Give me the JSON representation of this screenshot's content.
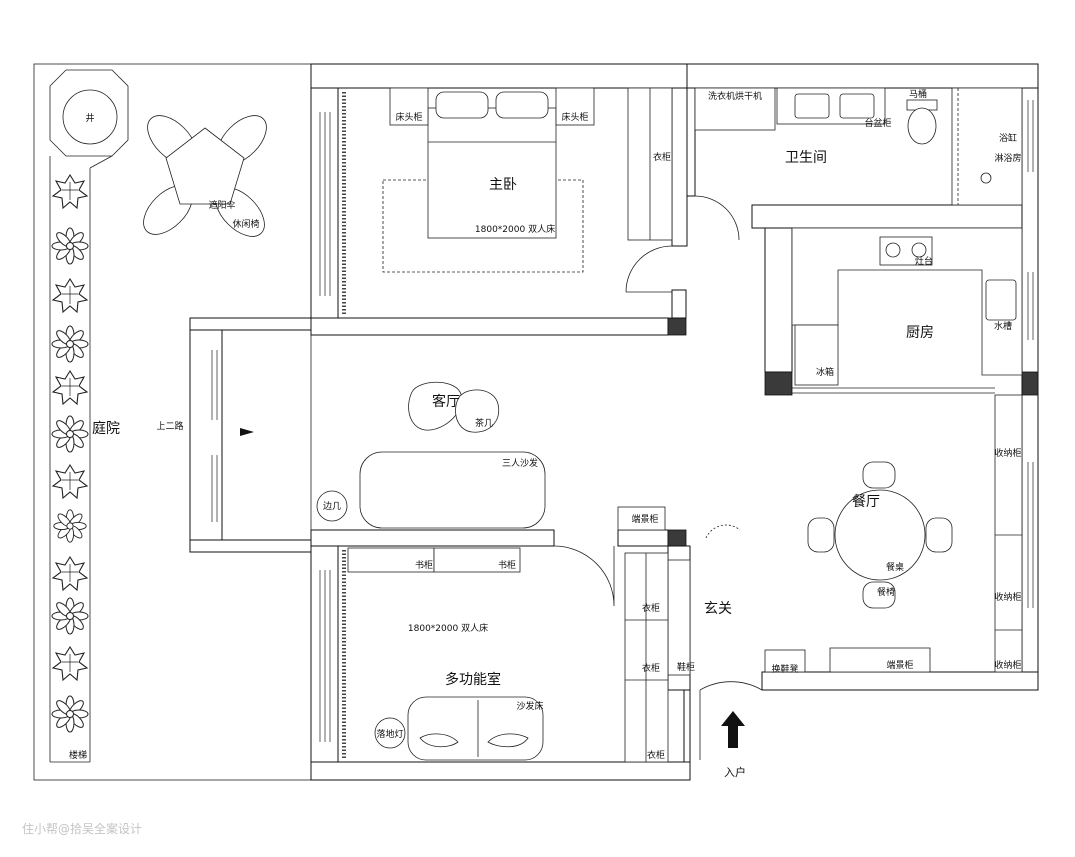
{
  "courtyard": {
    "well": "井",
    "umbrella": "遮阳伞",
    "chairs": "休闲椅",
    "name": "庭院",
    "stairs": "楼梯",
    "stairs_up": "上二路"
  },
  "master_bedroom": {
    "name": "主卧",
    "nightstand_left": "床头柜",
    "nightstand_right": "床头柜",
    "bed": "1800*2000  双人床",
    "wardrobe": "衣柜"
  },
  "bathroom": {
    "name": "卫生间",
    "washer": "洗衣机烘干机",
    "vanity": "台盆柜",
    "toilet": "马桶",
    "bathtub": "浴缸",
    "shower": "淋浴房"
  },
  "kitchen": {
    "name": "厨房",
    "stove": "灶台",
    "sink": "水槽",
    "fridge": "冰箱"
  },
  "living_room": {
    "name": "客厅",
    "coffee_table": "茶几",
    "sofa": "三人沙发",
    "side_table": "边几",
    "console": "端景柜"
  },
  "dining": {
    "name": "餐厅",
    "table": "餐桌",
    "chair": "餐椅",
    "storage_1": "收纳柜",
    "storage_2": "收纳柜",
    "storage_3": "收纳柜",
    "console": "端景柜",
    "bench": "换鞋凳"
  },
  "entry": {
    "name": "玄关",
    "shoe_cabinet": "鞋柜",
    "entrance": "入户"
  },
  "multi_room": {
    "name": "多功能室",
    "bookcase_1": "书柜",
    "bookcase_2": "书柜",
    "bed": "1800*2000  双人床",
    "sofa_bed": "沙发床",
    "floor_lamp": "落地灯",
    "wardrobe_1": "衣柜",
    "wardrobe_2": "衣柜",
    "wardrobe_3": "衣柜"
  },
  "watermark": "住小帮@拾吴全案设计",
  "colors": {
    "wall": "#111111",
    "column": "#3a3a3a",
    "background": "#ffffff"
  }
}
